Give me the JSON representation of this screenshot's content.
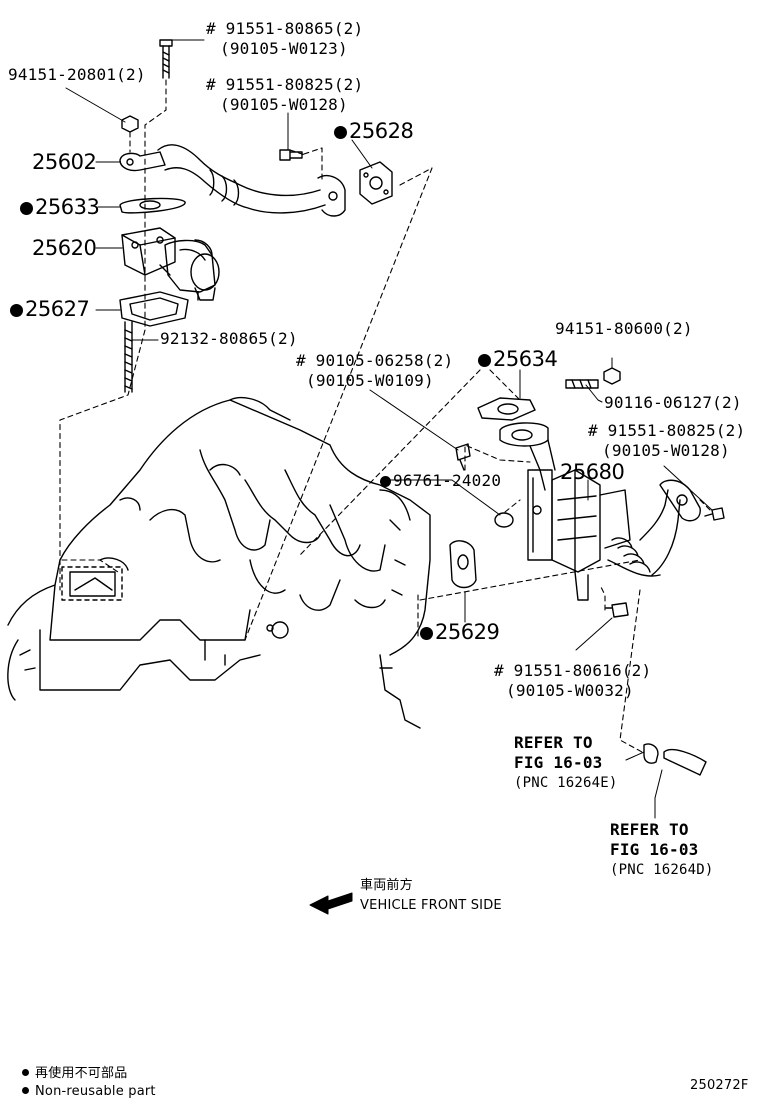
{
  "labels": {
    "p1_a": "# 91551-80865(2)",
    "p1_b": "(90105-W0123)",
    "p2": "94151-20801(2)",
    "p3_a": "# 91551-80825(2)",
    "p3_b": "(90105-W0128)",
    "p4": "25628",
    "p5": "25602",
    "p6": "25633",
    "p7": "25620",
    "p8": "25627",
    "p9": "92132-80865(2)",
    "p10": "94151-80600(2)",
    "p11_a": "# 90105-06258(2)",
    "p11_b": "(90105-W0109)",
    "p12": "25634",
    "p13": "90116-06127(2)",
    "p14_a": "# 91551-80825(2)",
    "p14_b": "(90105-W0128)",
    "p15": "96761-24020",
    "p16": "25680",
    "p17": "25629",
    "p18_a": "# 91551-80616(2)",
    "p18_b": "(90105-W0032)"
  },
  "refs": {
    "r1_a": "REFER TO",
    "r1_b": "FIG 16-03",
    "r1_c": "(PNC 16264E)",
    "r2_a": "REFER TO",
    "r2_b": "FIG 16-03",
    "r2_c": "(PNC 16264D)"
  },
  "front": {
    "jp": "車両前方",
    "en": "VEHICLE FRONT SIDE"
  },
  "legend": {
    "jp": "再使用不可部品",
    "en": "Non-reusable part"
  },
  "code": "250272F"
}
